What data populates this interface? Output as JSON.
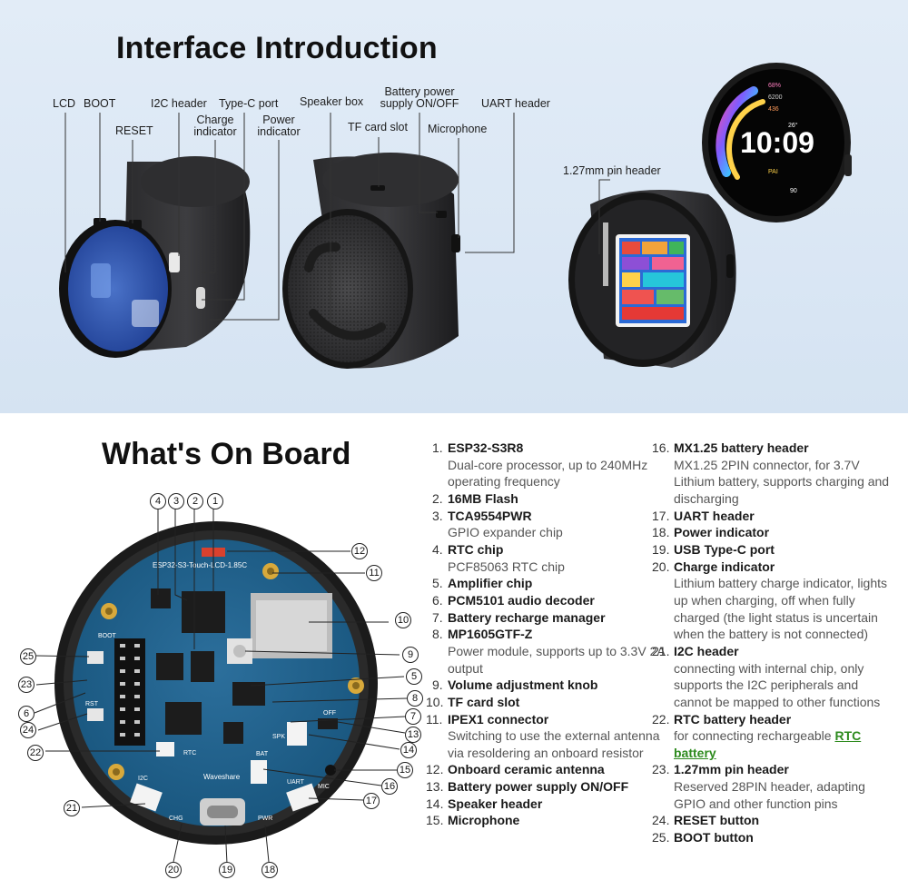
{
  "top": {
    "title": "Interface Introduction",
    "labels": {
      "lcd": "LCD",
      "boot": "BOOT",
      "reset": "RESET",
      "i2c": "I2C header",
      "typec": "Type-C port",
      "charge": "Charge indicator",
      "power": "Power indicator",
      "speaker": "Speaker box",
      "tf": "TF card slot",
      "battery": "Battery power supply ON/OFF",
      "mic": "Microphone",
      "uart": "UART header",
      "pin127": "1.27mm pin header"
    },
    "watch": {
      "time": "10:09",
      "stat1": "68%",
      "stat2": "6200",
      "stat3": "436",
      "temp": "26°",
      "pai": "PAI",
      "pai_val": "90"
    }
  },
  "bottom": {
    "title": "What's On Board",
    "board_silk": "ESP32-S3-Touch-LCD-1.85C",
    "callouts": [
      "1",
      "2",
      "3",
      "4",
      "5",
      "6",
      "7",
      "8",
      "9",
      "10",
      "11",
      "12",
      "13",
      "14",
      "15",
      "16",
      "17",
      "18",
      "19",
      "20",
      "21",
      "22",
      "23",
      "24",
      "25"
    ],
    "left_items": [
      {
        "num": "1.",
        "name": "ESP32-S3R8",
        "desc": "Dual-core processor, up to 240MHz operating frequency"
      },
      {
        "num": "2.",
        "name": "16MB Flash",
        "desc": ""
      },
      {
        "num": "3.",
        "name": "TCA9554PWR",
        "desc": "GPIO expander chip"
      },
      {
        "num": "4.",
        "name": "RTC chip",
        "desc": "PCF85063 RTC chip"
      },
      {
        "num": "5.",
        "name": "Amplifier chip",
        "desc": ""
      },
      {
        "num": "6.",
        "name": "PCM5101 audio decoder",
        "desc": ""
      },
      {
        "num": "7.",
        "name": "Battery recharge manager",
        "desc": ""
      },
      {
        "num": "8.",
        "name": "MP1605GTF-Z",
        "desc": "Power module, supports up to 3.3V 2A output"
      },
      {
        "num": "9.",
        "name": "Volume adjustment knob",
        "desc": ""
      },
      {
        "num": "10.",
        "name": "TF card slot",
        "desc": ""
      },
      {
        "num": "11.",
        "name": "IPEX1 connector",
        "desc": "Switching to use the external antenna via resoldering an onboard resistor"
      },
      {
        "num": "12.",
        "name": "Onboard ceramic antenna",
        "desc": ""
      },
      {
        "num": "13.",
        "name": "Battery power supply ON/OFF",
        "desc": ""
      },
      {
        "num": "14.",
        "name": "Speaker header",
        "desc": ""
      },
      {
        "num": "15.",
        "name": "Microphone",
        "desc": ""
      }
    ],
    "right_items": [
      {
        "num": "16.",
        "name": "MX1.25 battery header",
        "desc": "MX1.25 2PIN connector, for 3.7V Lithium battery, supports charging and discharging"
      },
      {
        "num": "17.",
        "name": "UART header",
        "desc": ""
      },
      {
        "num": "18.",
        "name": "Power indicator",
        "desc": ""
      },
      {
        "num": "19.",
        "name": "USB Type-C port",
        "desc": ""
      },
      {
        "num": "20.",
        "name": "Charge indicator",
        "desc": "Lithium battery charge indicator, lights up when charging, off when fully charged (the light status is uncertain when the battery is not connected)"
      },
      {
        "num": "21.",
        "name": "I2C header",
        "desc": "connecting with internal chip, only supports the I2C peripherals and cannot be mapped to other functions"
      },
      {
        "num": "22.",
        "name": "RTC battery header",
        "desc": "for connecting rechargeable ",
        "desc_hl": "RTC battery"
      },
      {
        "num": "23.",
        "name": "1.27mm pin header",
        "desc": "Reserved 28PIN header, adapting GPIO and other function pins"
      },
      {
        "num": "24.",
        "name": "RESET button",
        "desc": ""
      },
      {
        "num": "25.",
        "name": "BOOT button",
        "desc": ""
      }
    ],
    "silk": {
      "boot": "BOOT",
      "rst": "RST",
      "rtc": "RTC",
      "bat": "BAT",
      "spk": "SPK",
      "uart": "UART",
      "mic": "MIC",
      "i2c": "I2C",
      "chg": "CHG",
      "pwr": "PWR",
      "off": "OFF",
      "brand": "Waveshare"
    }
  }
}
